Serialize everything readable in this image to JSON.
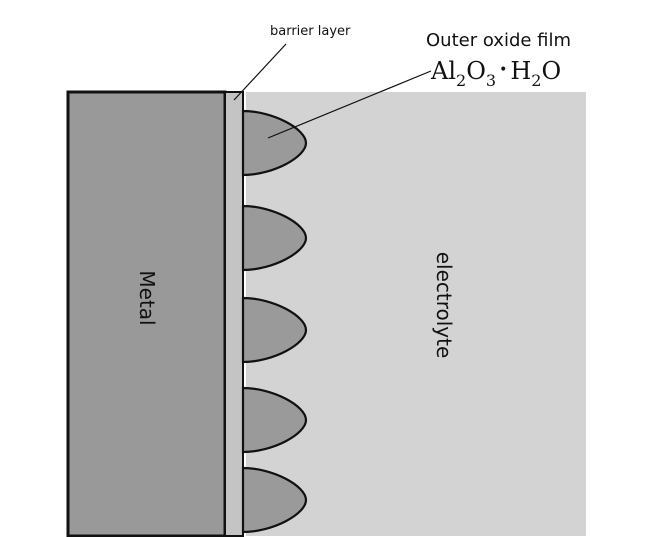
{
  "labels": {
    "metal": "Metal",
    "electrolyte": "electrolyte",
    "barrier": "barrier layer",
    "outer_film": "Outer oxide film",
    "formula": {
      "al": "Al",
      "al_sub": "2",
      "o": "O",
      "o_sub": "3",
      "dot": "•",
      "h": "H",
      "h_sub": "2",
      "o2": "O"
    }
  },
  "colors": {
    "metal": "#999999",
    "electrolyte": "#d3d3d3",
    "barrier": "#c4c4c4",
    "pores": "#9a9a9a",
    "outline": "#111111"
  },
  "pore_count": 5
}
